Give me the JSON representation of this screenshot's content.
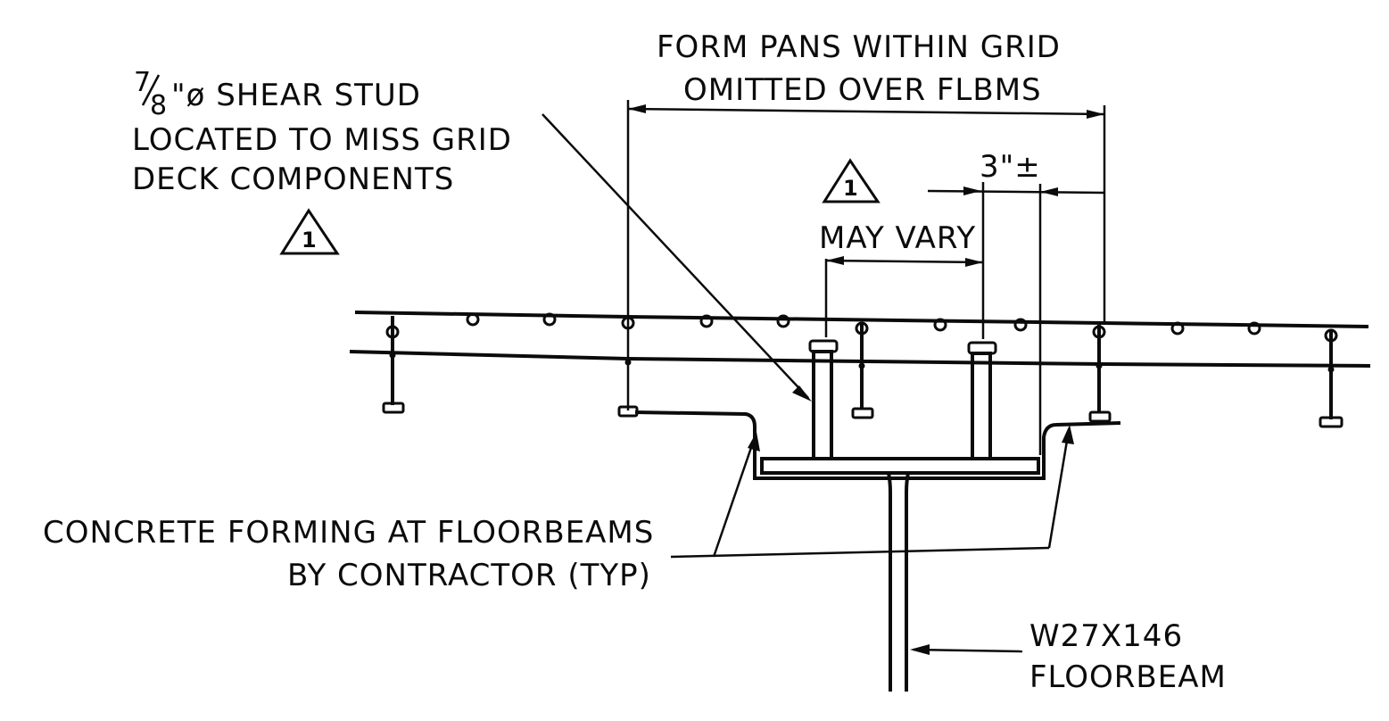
{
  "labels": {
    "shear_stud_frac_num": "7",
    "shear_stud_frac_den": "8",
    "shear_stud_line1": "\"ø SHEAR STUD",
    "shear_stud_line2": "LOCATED TO MISS GRID",
    "shear_stud_line3": "DECK COMPONENTS",
    "form_pans_line1": "FORM PANS WITHIN GRID",
    "form_pans_line2": "OMITTED OVER FLBMS",
    "dimension_3in": "3\"±",
    "may_vary": "MAY VARY",
    "concrete_line1": "CONCRETE FORMING AT FLOORBEAMS",
    "concrete_line2": "BY CONTRACTOR (TYP)",
    "beam_line1": "W27X146",
    "beam_line2": "FLOORBEAM"
  },
  "revision_markers": [
    {
      "name": "revision-triangle-shear-stud",
      "number": "1"
    },
    {
      "name": "revision-triangle-form-pans",
      "number": "1"
    }
  ]
}
